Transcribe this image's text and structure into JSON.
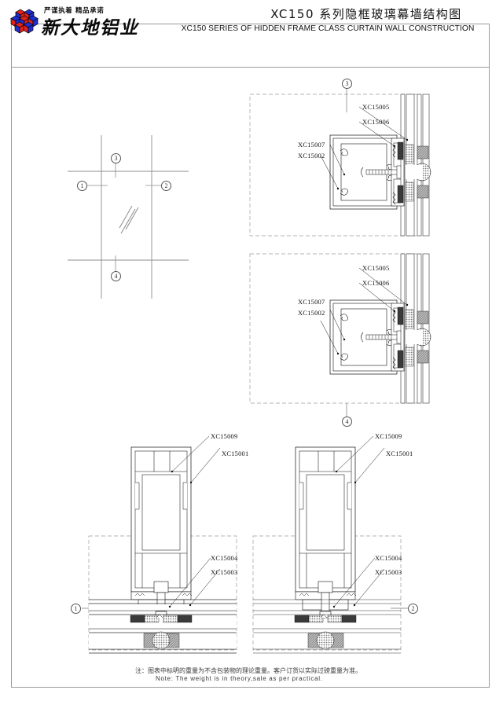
{
  "header": {
    "slogan": "严谨执着  精品承诺",
    "brand": "新大地铝业",
    "logo_icon": "cube-cluster-logo-icon",
    "title_cn": "XC150 系列隐框玻璃幕墙结构图",
    "title_en": "XC150  SERIES OF HIDDEN FRAME CLASS CURTAIN WALL CONSTRUCTION",
    "colors": {
      "logo_red": "#e0231c",
      "logo_blue": "#1f2fd0",
      "line": "#9a9a9a"
    }
  },
  "key_plan": {
    "name": "elevation-key-plan",
    "markers": [
      {
        "id": "1",
        "label": "①"
      },
      {
        "id": "2",
        "label": "②"
      },
      {
        "id": "3",
        "label": "③"
      },
      {
        "id": "4",
        "label": "④"
      }
    ]
  },
  "details": [
    {
      "name": "detail-section-3",
      "marker": "③",
      "marker_position": "top",
      "callouts": [
        "XC15005",
        "XC15006",
        "XC15007",
        "XC15002"
      ]
    },
    {
      "name": "detail-section-4",
      "marker": "④",
      "marker_position": "bottom",
      "callouts": [
        "XC15005",
        "XC15006",
        "XC15007",
        "XC15002"
      ]
    },
    {
      "name": "detail-section-1",
      "marker": "①",
      "marker_position": "left",
      "callouts": [
        "XC15009",
        "XC15001",
        "XC15004",
        "XC15003"
      ]
    },
    {
      "name": "detail-section-2",
      "marker": "②",
      "marker_position": "right",
      "callouts": [
        "XC15009",
        "XC15001",
        "XC15004",
        "XC15003"
      ]
    }
  ],
  "footer": {
    "note_cn": "注：图表中标明的重量为不含包装物的理论重量。客户订货以实际过磅重量为准。",
    "note_en": "Note: The weight is in theory,sale as per practical."
  }
}
